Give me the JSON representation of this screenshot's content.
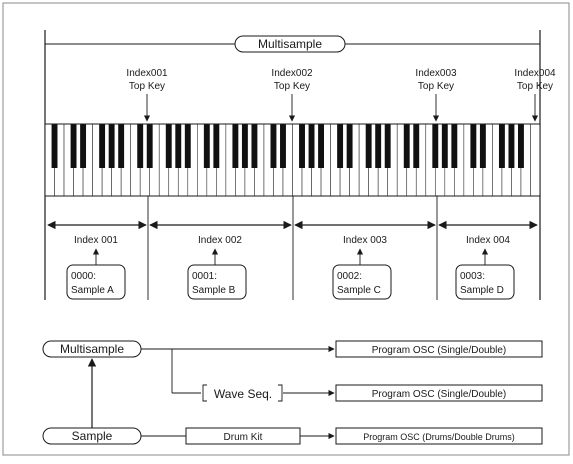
{
  "title": "Multisample",
  "top_keys": [
    {
      "line1": "Index001",
      "line2": "Top Key"
    },
    {
      "line1": "Index002",
      "line2": "Top Key"
    },
    {
      "line1": "Index003",
      "line2": "Top Key"
    },
    {
      "line1": "Index004",
      "line2": "Top Key"
    }
  ],
  "indexes": [
    {
      "label": "Index 001",
      "sample_id": "0000:",
      "sample_name": "Sample A"
    },
    {
      "label": "Index 002",
      "sample_id": "0001:",
      "sample_name": "Sample B"
    },
    {
      "label": "Index 003",
      "sample_id": "0002:",
      "sample_name": "Sample C"
    },
    {
      "label": "Index 004",
      "sample_id": "0003:",
      "sample_name": "Sample D"
    }
  ],
  "flow": {
    "multisample": "Multisample",
    "sample": "Sample",
    "wave_seq": "Wave Seq.",
    "drum_kit": "Drum Kit",
    "program_osc_1": "Program OSC (Single/Double)",
    "program_osc_2": "Program OSC (Single/Double)",
    "program_osc_drums": "Program OSC (Drums/Double Drums)"
  },
  "colors": {
    "ink": "#1a1a1a",
    "frame": "#888888",
    "black_key": "#111111",
    "white_key": "#ffffff"
  }
}
